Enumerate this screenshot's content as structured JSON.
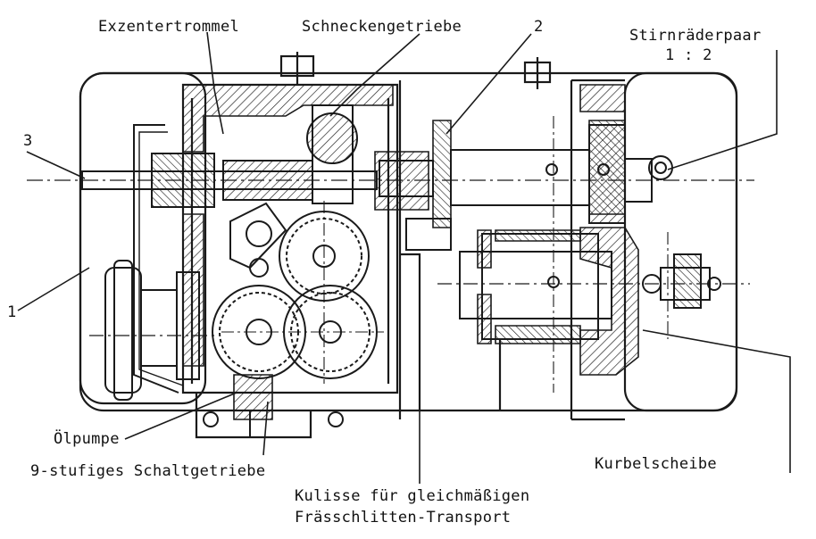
{
  "labels": {
    "exzentertrommel": "Exzentertrommel",
    "schneckengetriebe": "Schneckengetriebe",
    "two": "2",
    "stirnraederpaar": "Stirnräderpaar",
    "ratio": "1 : 2",
    "three": "3",
    "one": "1",
    "oelpumpe": "Ölpumpe",
    "schaltgetriebe": "9-stufiges Schaltgetriebe",
    "kurbelscheibe": "Kurbelscheibe",
    "kulisse_line1": "Kulisse für gleichmäßigen",
    "kulisse_line2": "Frässchlitten-Transport"
  },
  "colors": {
    "ink": "#1a1a1a",
    "paper": "#ffffff"
  }
}
